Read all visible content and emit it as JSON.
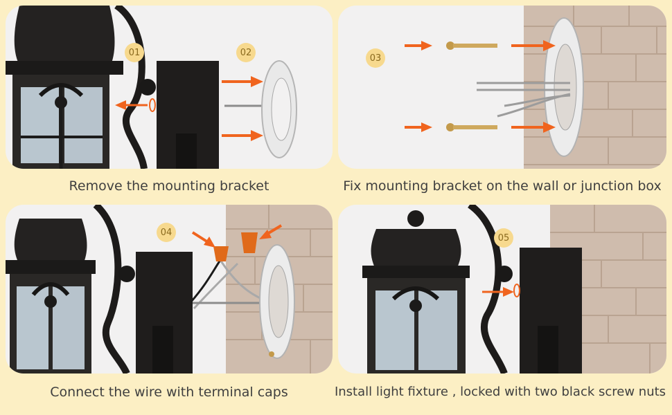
{
  "steps": [
    {
      "number": "01",
      "caption": "Remove the mounting bracket"
    },
    {
      "number": "02",
      "caption": ""
    },
    {
      "number": "03",
      "caption": "Fix mounting bracket on the wall or junction box"
    },
    {
      "number": "04",
      "caption": "Connect the wire with terminal caps"
    },
    {
      "number": "05",
      "caption": "Install light fixture , locked with two black screw nuts"
    }
  ],
  "colors": {
    "background": "#fcefc4",
    "panel": "#f2f1f1",
    "badge": "#f7d98e",
    "arrow": "#f0641e",
    "fixture": "#1d1b1a",
    "brick": "#cbb7a8"
  }
}
